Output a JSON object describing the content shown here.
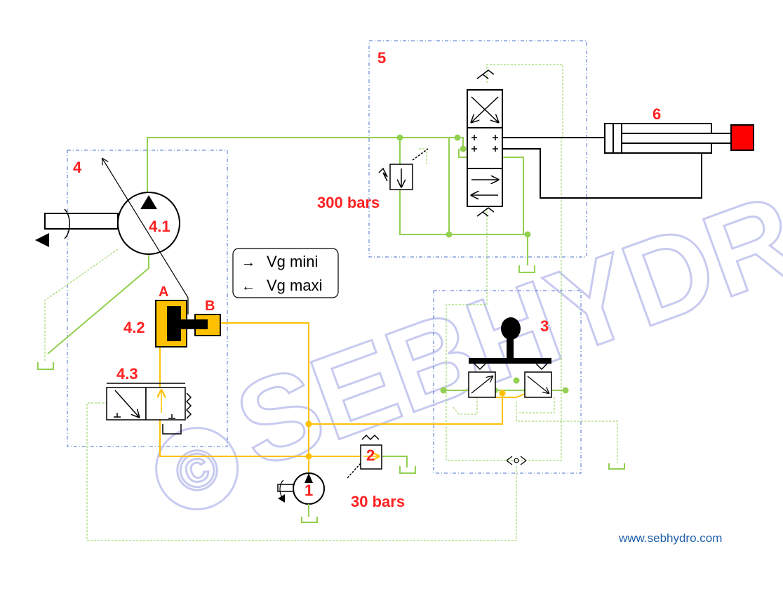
{
  "colors": {
    "green": "#92d050",
    "yellow": "#ffc000",
    "red": "#ff0000",
    "label_red": "#ff2020",
    "frame_blue": "#4a6fd0",
    "watermark": "#3a44c8",
    "url_blue": "#1f5fa8"
  },
  "labels": {
    "group_4": "4",
    "group_5": "5",
    "group_3": "3",
    "cylinder_6": "6",
    "pump_4_1": "4.1",
    "servo_4_2": "4.2",
    "valve_4_3": "4.3",
    "port_a": "A",
    "port_b": "B",
    "pump_1": "1",
    "relief_2": "2",
    "pressure_300": "300 bars",
    "pressure_30": "30 bars"
  },
  "legend": {
    "arrow_right": "→",
    "vg_mini": "Vg mini",
    "arrow_left": "←",
    "vg_maxi": "Vg maxi"
  },
  "watermark": {
    "copyright": "©",
    "text": "SEBHYDRO"
  },
  "website": "www.sebhydro.com"
}
